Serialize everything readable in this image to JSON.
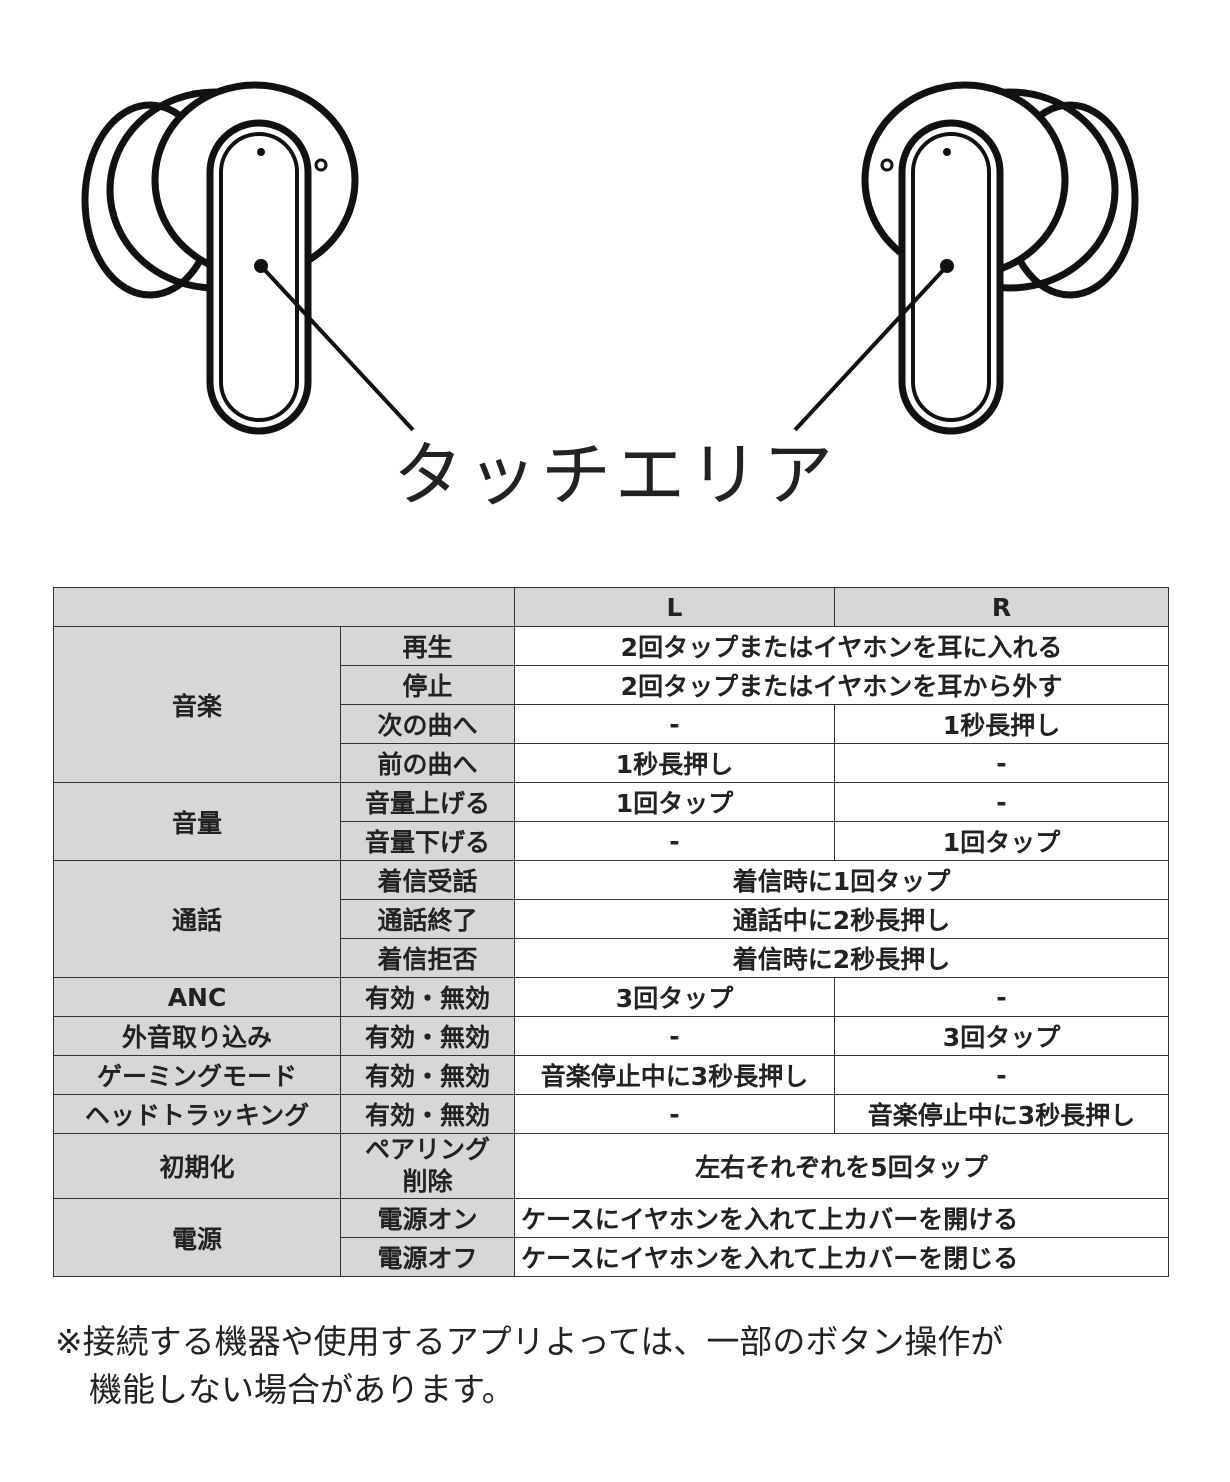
{
  "diagram": {
    "touch_area_label": "タッチエリア"
  },
  "table": {
    "header": {
      "blank": "",
      "left": "L",
      "right": "R"
    },
    "groups": {
      "music": "音楽",
      "volume": "音量",
      "call": "通話",
      "anc": "ANC",
      "ambient": "外音取り込み",
      "gaming": "ゲーミングモード",
      "head_tracking": "ヘッドトラッキング",
      "reset": "初期化",
      "power": "電源"
    },
    "rows": {
      "play": {
        "action": "再生",
        "both": "2回タップまたはイヤホンを耳に入れる"
      },
      "stop": {
        "action": "停止",
        "both": "2回タップまたはイヤホンを耳から外す"
      },
      "next": {
        "action": "次の曲へ",
        "left": "-",
        "right": "1秒長押し"
      },
      "prev": {
        "action": "前の曲へ",
        "left": "1秒長押し",
        "right": "-"
      },
      "vol_up": {
        "action": "音量上げる",
        "left": "1回タップ",
        "right": "-"
      },
      "vol_down": {
        "action": "音量下げる",
        "left": "-",
        "right": "1回タップ"
      },
      "answer": {
        "action": "着信受話",
        "both": "着信時に1回タップ"
      },
      "end_call": {
        "action": "通話終了",
        "both": "通話中に2秒長押し"
      },
      "reject": {
        "action": "着信拒否",
        "both": "着信時に2秒長押し"
      },
      "anc_toggle": {
        "action": "有効・無効",
        "left": "3回タップ",
        "right": "-"
      },
      "amb_toggle": {
        "action": "有効・無効",
        "left": "-",
        "right": "3回タップ"
      },
      "game_toggle": {
        "action": "有効・無効",
        "left": "音楽停止中に3秒長押し",
        "right": "-"
      },
      "ht_toggle": {
        "action": "有効・無効",
        "left": "-",
        "right": "音楽停止中に3秒長押し"
      },
      "pair_reset": {
        "action_line1": "ペアリング",
        "action_line2": "削除",
        "both": "左右それぞれを5回タップ"
      },
      "power_on": {
        "action": "電源オン",
        "both": "ケースにイヤホンを入れて上カバーを開ける"
      },
      "power_off": {
        "action": "電源オフ",
        "both": "ケースにイヤホンを入れて上カバーを閉じる"
      }
    }
  },
  "note": {
    "line1": "※接続する機器や使用するアプリよっては、一部のボタン操作が",
    "line2": "機能しない場合があります。"
  }
}
